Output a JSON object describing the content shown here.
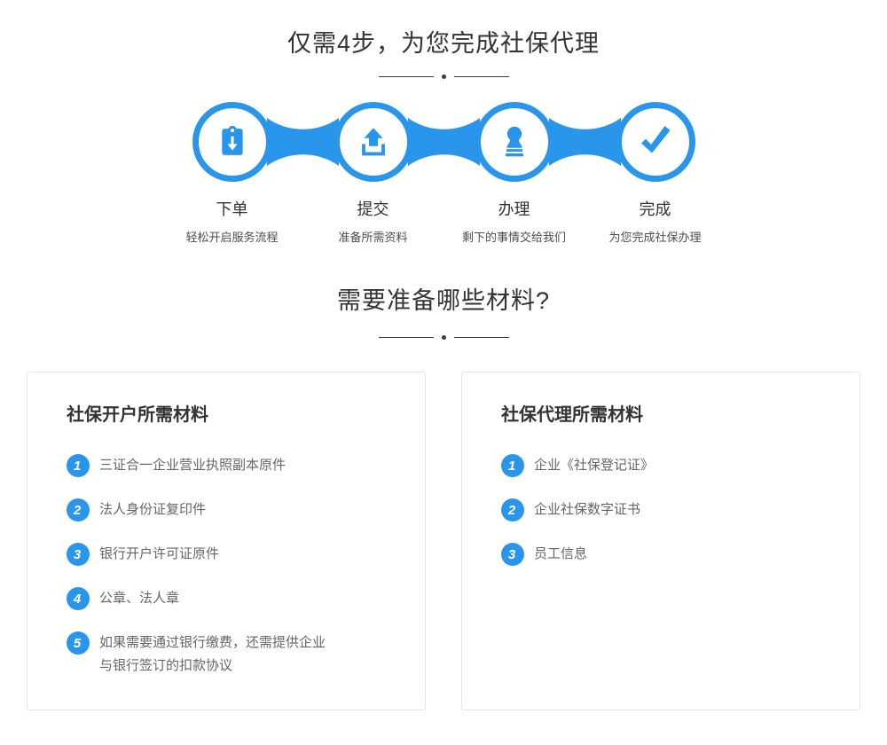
{
  "colors": {
    "accent": "#2996EC",
    "heading_text": "#333333",
    "step_desc_text": "#4D4D4D",
    "item_text": "#666666",
    "card_border": "#E4E4E4",
    "divider": "#3C3C3C"
  },
  "section_steps": {
    "title": "仅需4步，为您完成社保代理",
    "steps": [
      {
        "icon": "clipboard-download-icon",
        "label": "下单",
        "desc": "轻松开启服务流程"
      },
      {
        "icon": "upload-icon",
        "label": "提交",
        "desc": "准备所需资料"
      },
      {
        "icon": "stamp-icon",
        "label": "办理",
        "desc": "剩下的事情交给我们"
      },
      {
        "icon": "check-icon",
        "label": "完成",
        "desc": "为您完成社保办理"
      }
    ]
  },
  "section_materials": {
    "title": "需要准备哪些材料?",
    "cards": [
      {
        "title": "社保开户所需材料",
        "items": [
          {
            "num": "1",
            "text": "三证合一企业营业执照副本原件"
          },
          {
            "num": "2",
            "text": "法人身份证复印件"
          },
          {
            "num": "3",
            "text": "银行开户许可证原件"
          },
          {
            "num": "4",
            "text": "公章、法人章"
          },
          {
            "num": "5",
            "text": "如果需要通过银行缴费，还需提供企业\n与银行签订的扣款协议"
          }
        ]
      },
      {
        "title": "社保代理所需材料",
        "items": [
          {
            "num": "1",
            "text": "企业《社保登记证》"
          },
          {
            "num": "2",
            "text": "企业社保数字证书"
          },
          {
            "num": "3",
            "text": "员工信息"
          }
        ]
      }
    ]
  }
}
